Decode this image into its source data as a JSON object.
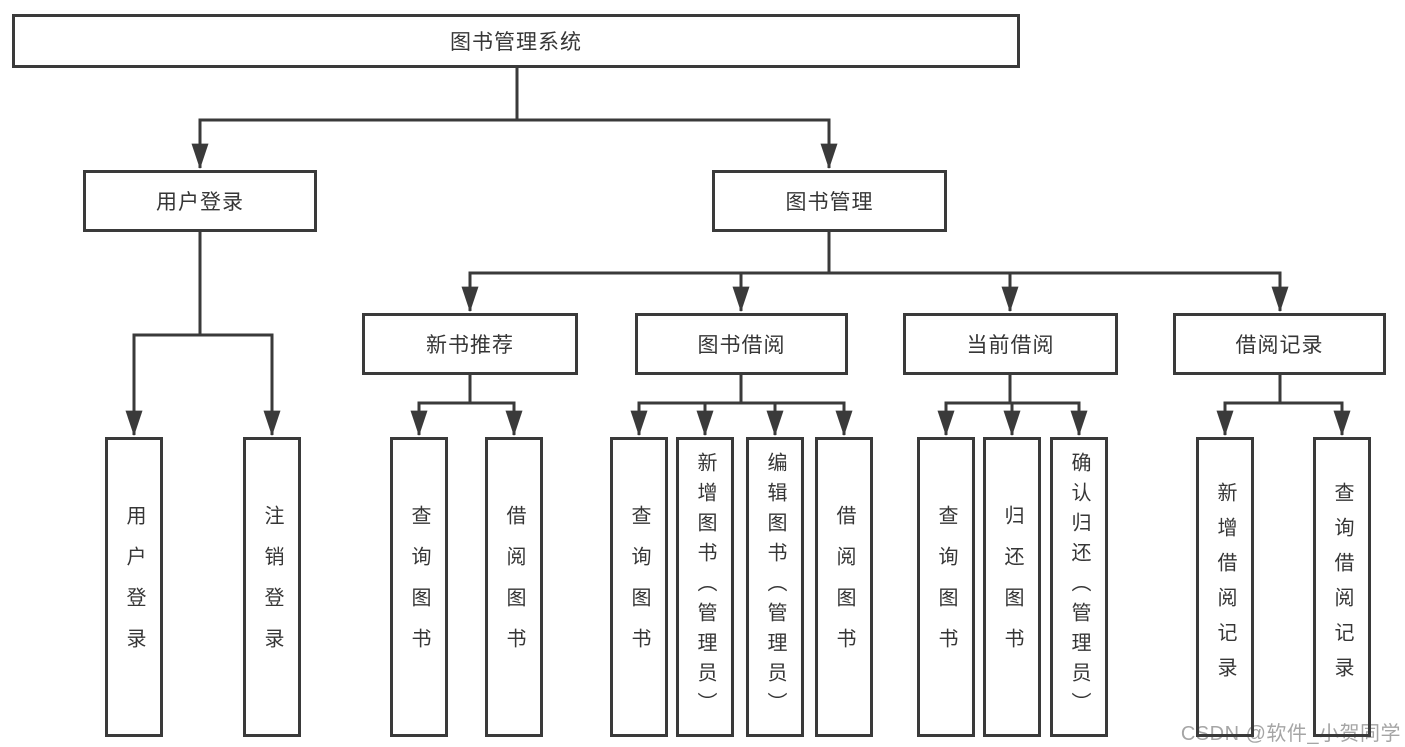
{
  "colors": {
    "line": "#3a3a3a",
    "text": "#363636",
    "background": "#ffffff",
    "watermark": "#a5a5a5"
  },
  "diagram": {
    "root": "图书管理系统",
    "branches": {
      "user": {
        "label": "用户登录",
        "children": [
          "用户登录",
          "注销登录"
        ]
      },
      "mgmt": {
        "label": "图书管理",
        "sections": [
          {
            "label": "新书推荐",
            "children": [
              "查询图书",
              "借阅图书"
            ]
          },
          {
            "label": "图书借阅",
            "children": [
              "查询图书",
              "新增图书（管理员）",
              "编辑图书（管理员）",
              "借阅图书"
            ]
          },
          {
            "label": "当前借阅",
            "children": [
              "查询图书",
              "归还图书",
              "确认归还（管理员）"
            ]
          },
          {
            "label": "借阅记录",
            "children": [
              "新增借阅记录",
              "查询借阅记录"
            ]
          }
        ]
      }
    }
  },
  "watermark": "CSDN @软件_小贺同学"
}
